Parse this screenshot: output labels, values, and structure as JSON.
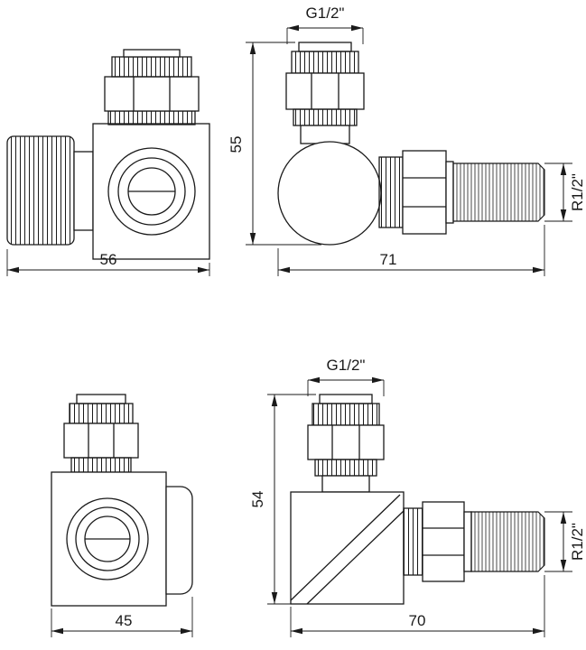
{
  "colors": {
    "line": "#1a1a1a",
    "background": "#ffffff"
  },
  "views": {
    "top_left": {
      "width": "56"
    },
    "top_right": {
      "top_thread": "G1/2\"",
      "height": "55",
      "width": "71",
      "right_thread": "R1/2\""
    },
    "bottom_left": {
      "width": "45"
    },
    "bottom_right": {
      "top_thread": "G1/2\"",
      "height": "54",
      "width": "70",
      "right_thread": "R1/2\""
    }
  }
}
